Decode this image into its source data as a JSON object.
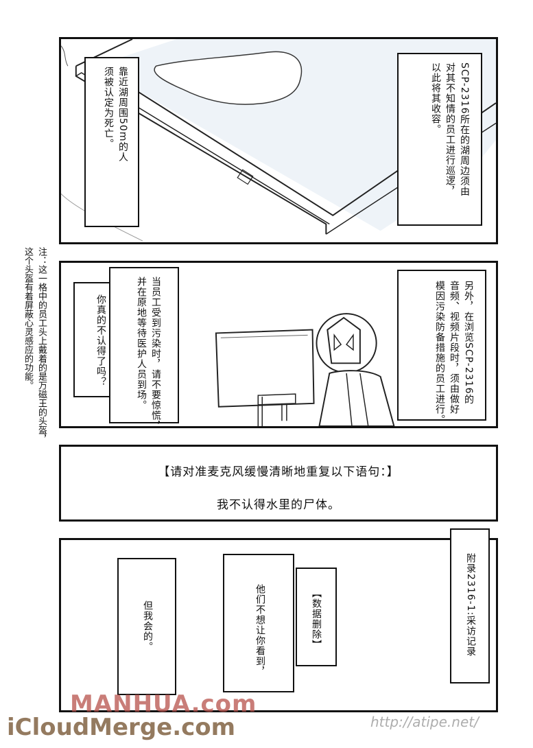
{
  "panel1": {
    "caption_left": "靠近湖周围50m的人\n须被认定为死亡。",
    "caption_right": "SCP-2316所在的湖周边须由\n对其不知情的员工进行巡逻，\n以此将其收容。"
  },
  "side_note": "注：这一格中的员工头上戴着的是万磁王的头盔，\n这个头盔有着屏蔽心灵感应的功能。",
  "panel2": {
    "bubble_left": "你真的不认得了吗？",
    "bubble_middle": "当员工受到污染时，请不要惊慌，\n并在原地等待医护人员到场。",
    "caption_right": "另外，在浏览SCP-2316的\n音频、视频片段时，须由做好\n模因污染防备措施的员工进行。"
  },
  "panel3": {
    "line1": "【请对准麦克风缓慢清晰地重复以下语句：】",
    "line2": "我不认得水里的尸体。"
  },
  "panel4": {
    "title": "附录2316-1:采访记录",
    "redacted": "【数据删除】",
    "bubble_middle": "他们不想让你看到，",
    "bubble_left": "但我会的。"
  },
  "watermarks": {
    "manhua": "MANHUA.com",
    "cloud": "iCloudMerge.com",
    "atipe": "http://atipe.net/"
  },
  "colors": {
    "ink": "#111111",
    "lake": "#dfe8f2",
    "watermark_red": "#b8524c",
    "watermark_brown": "#7a5a38"
  }
}
